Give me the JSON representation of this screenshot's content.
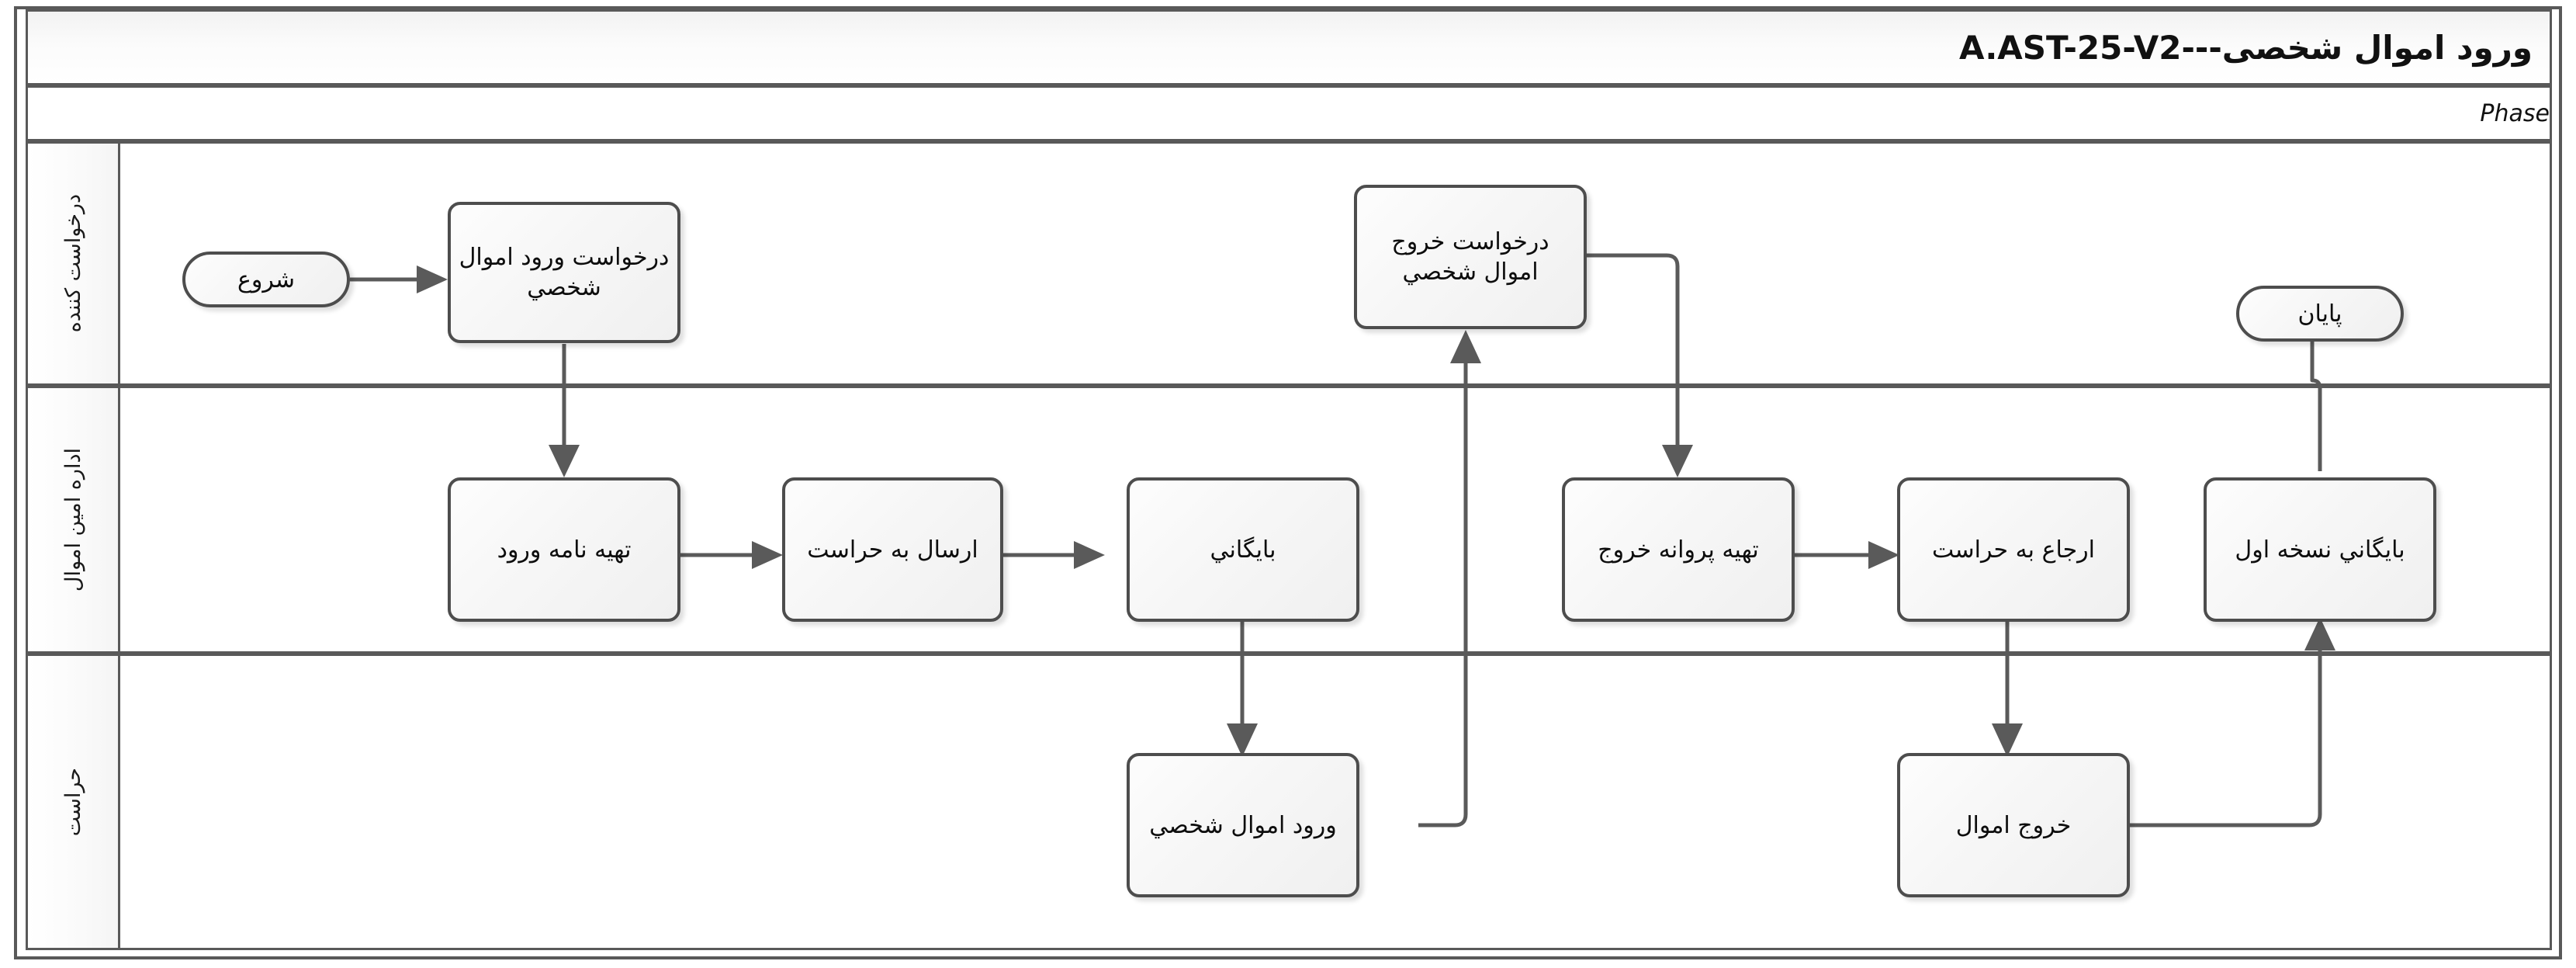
{
  "diagram": {
    "title": "ورود اموال شخصی---A.AST-25-V2",
    "phase_label": "Phase",
    "type": "cross-functional-flowchart",
    "accent_color": "#5a5a5a",
    "node_fill": "#f7f7f7",
    "node_border": "#4d4d4d"
  },
  "lanes": [
    {
      "id": "lane-requester",
      "label": "درخواست كننده"
    },
    {
      "id": "lane-property-office",
      "label": "اداره امين اموال"
    },
    {
      "id": "lane-security",
      "label": "حراست"
    }
  ],
  "nodes": [
    {
      "id": "start",
      "label": "شروع",
      "shape": "terminator",
      "lane": 0
    },
    {
      "id": "req-entry",
      "label": "درخواست ورود اموال شخصي",
      "shape": "process",
      "lane": 0
    },
    {
      "id": "req-exit",
      "label": "درخواست خروج اموال شخصي",
      "shape": "process",
      "lane": 0
    },
    {
      "id": "end",
      "label": "پایان",
      "shape": "terminator",
      "lane": 0
    },
    {
      "id": "prep-entry-letter",
      "label": "تهيه نامه ورود",
      "shape": "process",
      "lane": 1
    },
    {
      "id": "send-security",
      "label": "ارسال به حراست",
      "shape": "process",
      "lane": 1
    },
    {
      "id": "archive",
      "label": "بايگاني",
      "shape": "process",
      "lane": 1
    },
    {
      "id": "prep-exit-permit",
      "label": "تهيه پروانه خروج",
      "shape": "process",
      "lane": 1
    },
    {
      "id": "refer-security",
      "label": "ارجاع به حراست",
      "shape": "process",
      "lane": 1
    },
    {
      "id": "archive-copy1",
      "label": "بايگاني نسخه اول",
      "shape": "process",
      "lane": 1
    },
    {
      "id": "goods-entry",
      "label": "ورود اموال شخصي",
      "shape": "process",
      "lane": 2
    },
    {
      "id": "goods-exit",
      "label": "خروج اموال",
      "shape": "process",
      "lane": 2
    }
  ],
  "edges": [
    {
      "from": "start",
      "to": "req-entry"
    },
    {
      "from": "req-entry",
      "to": "prep-entry-letter"
    },
    {
      "from": "prep-entry-letter",
      "to": "send-security"
    },
    {
      "from": "send-security",
      "to": "archive"
    },
    {
      "from": "archive",
      "to": "goods-entry"
    },
    {
      "from": "goods-entry",
      "to": "req-exit"
    },
    {
      "from": "req-exit",
      "to": "prep-exit-permit"
    },
    {
      "from": "prep-exit-permit",
      "to": "refer-security"
    },
    {
      "from": "refer-security",
      "to": "goods-exit"
    },
    {
      "from": "goods-exit",
      "to": "archive-copy1"
    },
    {
      "from": "archive-copy1",
      "to": "end"
    }
  ]
}
